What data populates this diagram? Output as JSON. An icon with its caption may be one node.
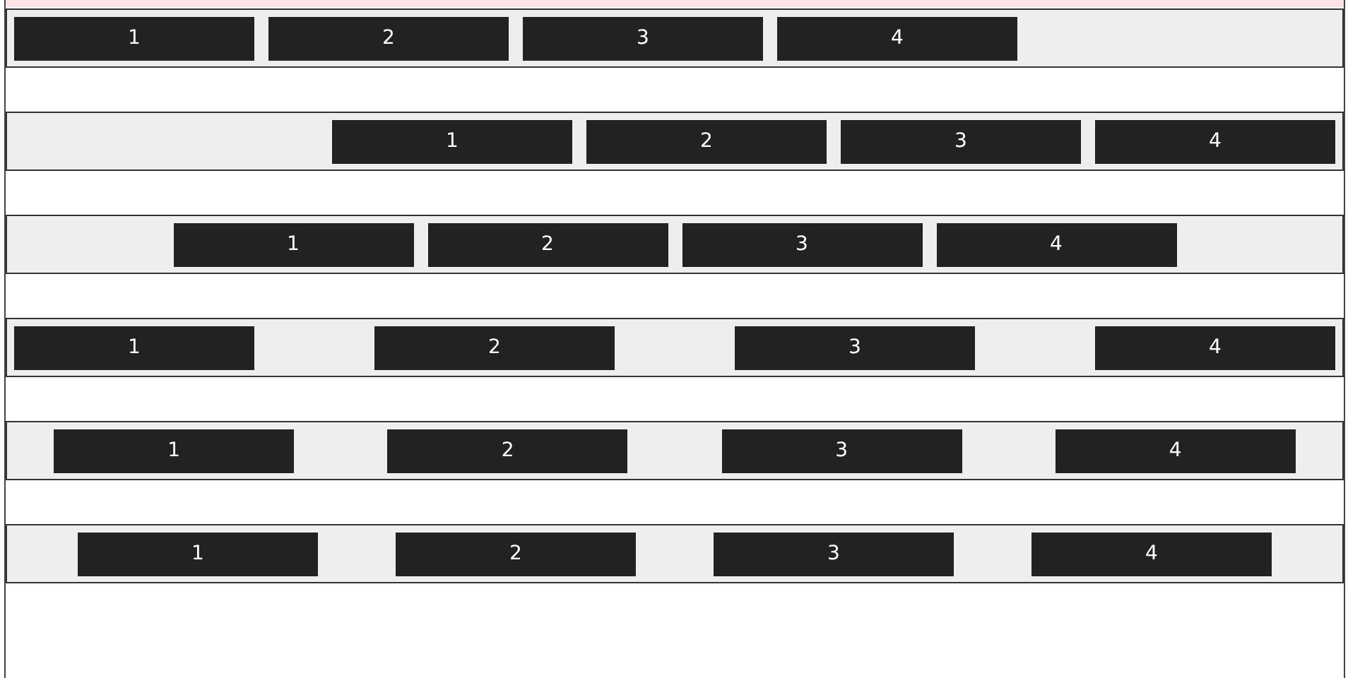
{
  "diagram": {
    "nodes": [
      {
        "text": [],
        "shape": "box"
      },
      {
        "text": [
          "1"
        ],
        "in": 0
      },
      {
        "text": [
          "2"
        ],
        "in": 0
      },
      {
        "text": [
          "3"
        ],
        "in": 0
      },
      {
        "text": [
          "4"
        ],
        "in": 0
      },
      {
        "text": [],
        "shape": "box"
      },
      {
        "text": [
          "1"
        ],
        "in": 5
      },
      {
        "text": [
          "2"
        ],
        "in": 5
      },
      {
        "text": [
          "3"
        ],
        "in": 5
      },
      {
        "text": [
          "4"
        ],
        "in": 5
      },
      {
        "text": [],
        "shape": "box"
      },
      {
        "text": [
          "1"
        ],
        "in": 10
      },
      {
        "text": [
          "2"
        ],
        "in": 10
      },
      {
        "text": [
          "3"
        ],
        "in": 10
      },
      {
        "text": [
          "4"
        ],
        "in": 10
      },
      {
        "text": [],
        "shape": "box"
      },
      {
        "text": [
          "1"
        ],
        "in": 15
      },
      {
        "text": [
          "2"
        ],
        "in": 15
      },
      {
        "text": [
          "3"
        ],
        "in": 15
      },
      {
        "text": [
          "4"
        ],
        "in": 15
      },
      {
        "text": [],
        "shape": "box"
      },
      {
        "text": [
          "1"
        ],
        "in": 20
      },
      {
        "text": [
          "2"
        ],
        "in": 20
      },
      {
        "text": [
          "3"
        ],
        "in": 20
      },
      {
        "text": [
          "4"
        ],
        "in": 20
      },
      {
        "text": [],
        "shape": "box"
      },
      {
        "text": [
          "1"
        ],
        "in": 25
      },
      {
        "text": [
          "2"
        ],
        "in": 25
      },
      {
        "text": [
          "3"
        ],
        "in": 25
      },
      {
        "text": [
          "4"
        ],
        "in": 25
      }
    ]
  }
}
